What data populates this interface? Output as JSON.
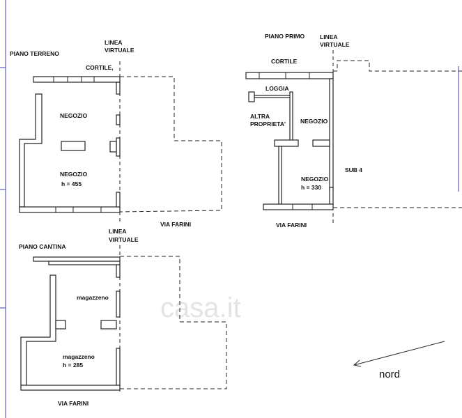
{
  "piano_terreno": {
    "title": "PIANO TERRENO",
    "linea_1": "LINEA",
    "linea_2": "VIRTUALE",
    "cortile": "CORTILE,",
    "room_1": "NEGOZIO",
    "room_2": "NEGOZIO",
    "height": "h = 455",
    "street": "VIA FARINI"
  },
  "piano_primo": {
    "title": "PIANO PRIMO",
    "linea_1": "LINEA",
    "linea_2": "VIRTUALE",
    "cortile": "CORTILE",
    "loggia": "LOGGIA",
    "altra_1": "ALTRA",
    "altra_2": "PROPRIETA'",
    "room_1": "NEGOZIO",
    "room_2": "NEGOZIO",
    "height": "h = 330",
    "sub": "SUB 4",
    "street": "VIA FARINI"
  },
  "piano_cantina": {
    "title": "PIANO CANTINA",
    "linea_1": "LINEA",
    "linea_2": "VIRTUALE",
    "room_1": "magazzeno",
    "room_2": "magazzeno",
    "height": "h = 285",
    "street": "VIA FARINI"
  },
  "compass": {
    "label": "nord"
  },
  "watermark": "casa.it"
}
